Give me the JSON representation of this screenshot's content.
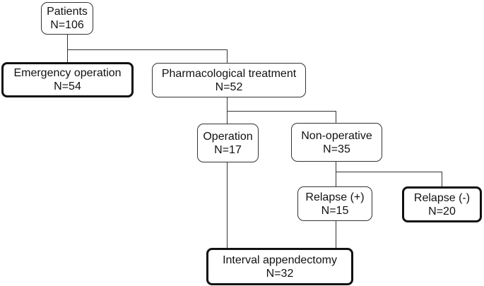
{
  "nodes": {
    "patients": {
      "label": "Patients",
      "count": "N=106"
    },
    "emergency_operation": {
      "label": "Emergency operation",
      "count": "N=54"
    },
    "pharmacological_treatment": {
      "label": "Pharmacological treatment",
      "count": "N=52"
    },
    "operation": {
      "label": "Operation",
      "count": "N=17"
    },
    "non_operative": {
      "label": "Non-operative",
      "count": "N=35"
    },
    "relapse_positive": {
      "label": "Relapse (+)",
      "count": "N=15"
    },
    "relapse_negative": {
      "label": "Relapse (-)",
      "count": "N=20"
    },
    "interval_appendectomy": {
      "label": "Interval appendectomy",
      "count": "N=32"
    }
  }
}
